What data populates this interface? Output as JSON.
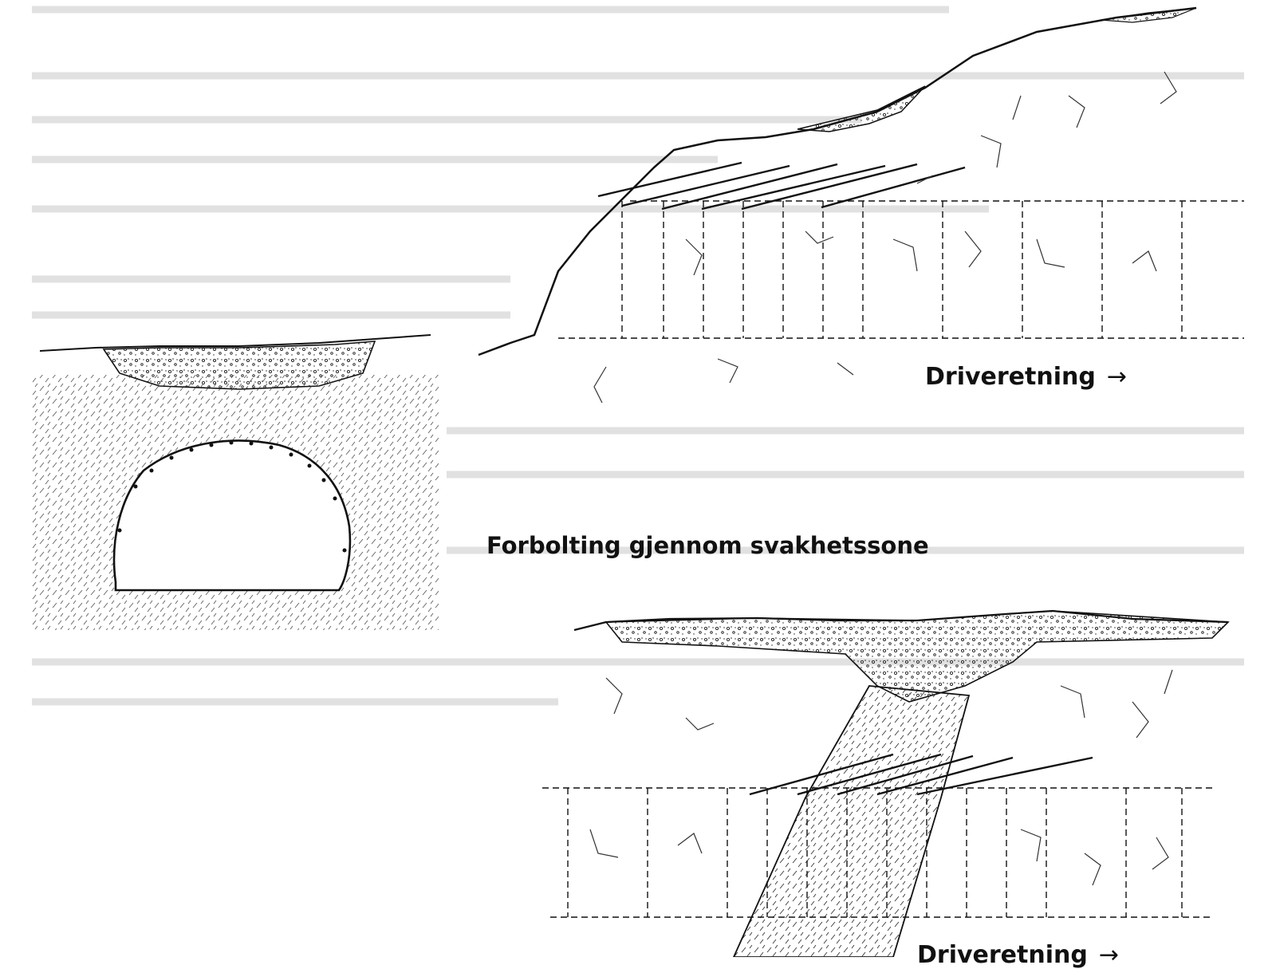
{
  "labels": {
    "drive_direction_top": "Driveretning",
    "drive_direction_bottom": "Driveretning",
    "arrow": "→",
    "caption": "Forbolting gjennom svakhetssone"
  },
  "colors": {
    "ink": "#111111",
    "faint_ink": "#9a9a9a",
    "background": "#ffffff"
  }
}
